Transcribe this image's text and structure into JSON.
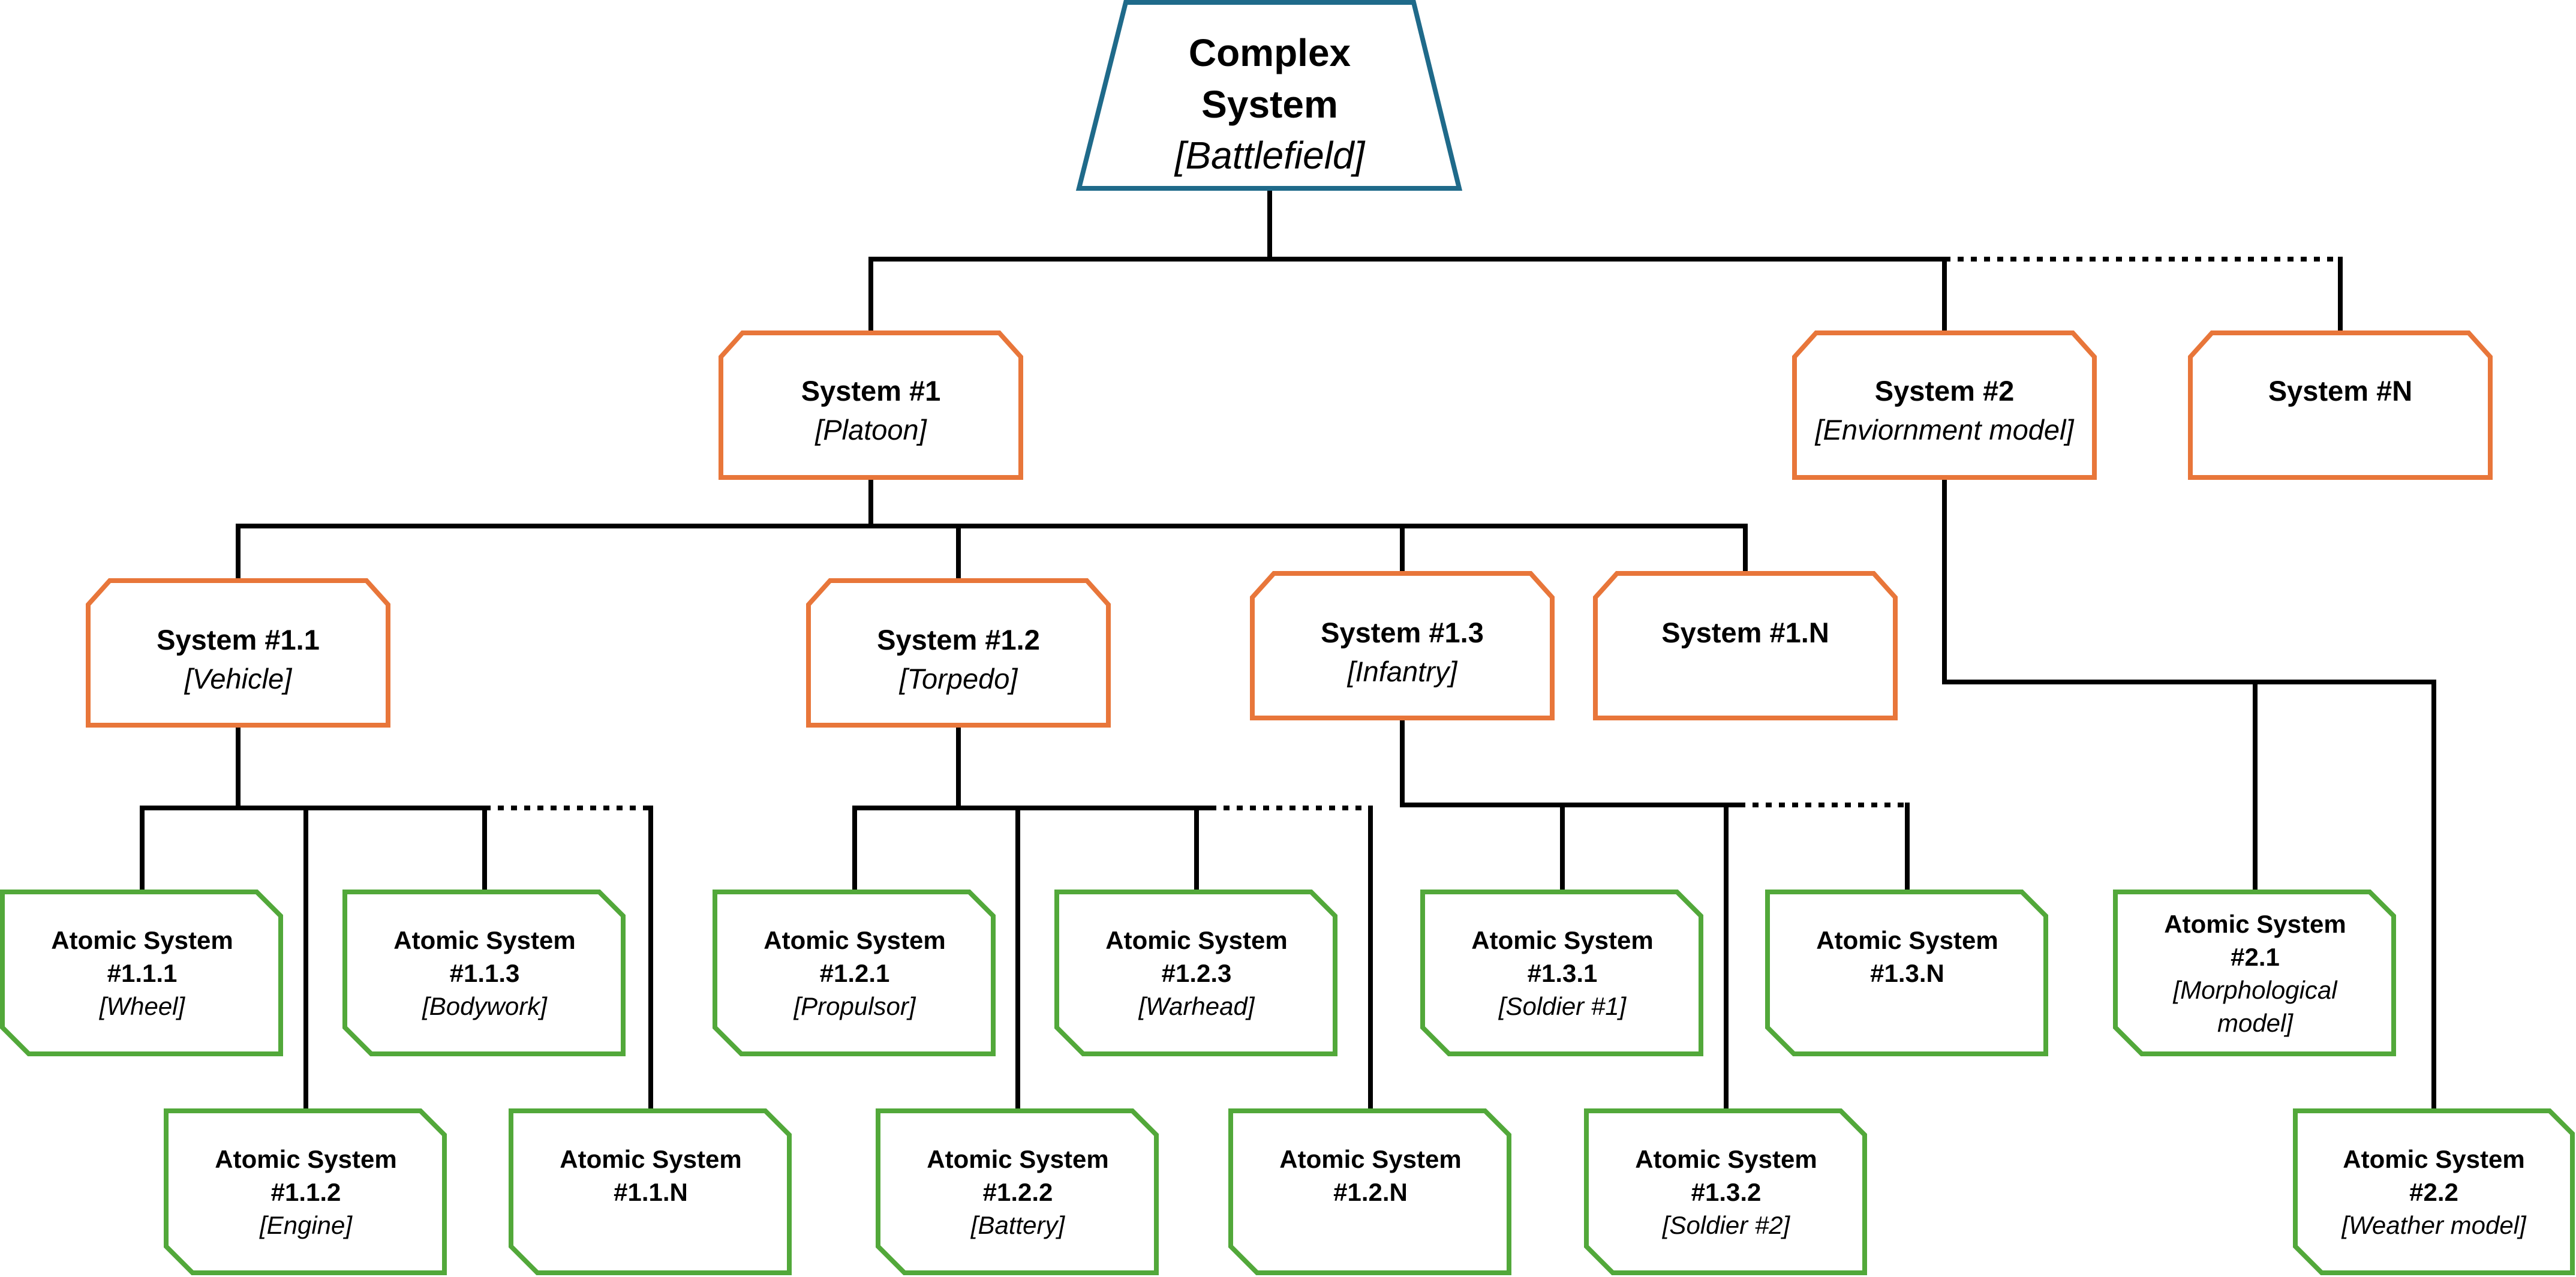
{
  "colors": {
    "root_border": "#1f6a8a",
    "system_border": "#e8763a",
    "atomic_border": "#52a83a",
    "connector": "#000000"
  },
  "root": {
    "line1": "Complex",
    "line2": "System",
    "sub": "[Battlefield]"
  },
  "systems": {
    "s1": {
      "title": "System #1",
      "sub": "[Platoon]"
    },
    "s2": {
      "title": "System #2",
      "sub": "[Enviornment model]"
    },
    "sN": {
      "title": "System #N",
      "sub": ""
    },
    "s11": {
      "title": "System #1.1",
      "sub": "[Vehicle]"
    },
    "s12": {
      "title": "System #1.2",
      "sub": "[Torpedo]"
    },
    "s13": {
      "title": "System #1.3",
      "sub": "[Infantry]"
    },
    "s1N": {
      "title": "System #1.N",
      "sub": ""
    }
  },
  "atomics": {
    "a111": {
      "line1": "Atomic System",
      "line2": "#1.1.1",
      "line3": "[Wheel]"
    },
    "a112": {
      "line1": "Atomic System",
      "line2": "#1.1.2",
      "line3": "[Engine]"
    },
    "a113": {
      "line1": "Atomic System",
      "line2": "#1.1.3",
      "line3": "[Bodywork]"
    },
    "a11N": {
      "line1": "Atomic System",
      "line2": "#1.1.N",
      "line3": ""
    },
    "a121": {
      "line1": "Atomic System",
      "line2": "#1.2.1",
      "line3": "[Propulsor]"
    },
    "a122": {
      "line1": "Atomic System",
      "line2": "#1.2.2",
      "line3": "[Battery]"
    },
    "a123": {
      "line1": "Atomic System",
      "line2": "#1.2.3",
      "line3": "[Warhead]"
    },
    "a12N": {
      "line1": "Atomic System",
      "line2": "#1.2.N",
      "line3": ""
    },
    "a131": {
      "line1": "Atomic System",
      "line2": "#1.3.1",
      "line3": "[Soldier #1]"
    },
    "a132": {
      "line1": "Atomic System",
      "line2": "#1.3.2",
      "line3": "[Soldier #2]"
    },
    "a13N": {
      "line1": "Atomic System",
      "line2": "#1.3.N",
      "line3": ""
    },
    "a21": {
      "line1": "Atomic System",
      "line2": "#2.1",
      "line3": "[Morphological",
      "line4": "model]"
    },
    "a22": {
      "line1": "Atomic System",
      "line2": "#2.2",
      "line3": "[Weather model]"
    }
  }
}
